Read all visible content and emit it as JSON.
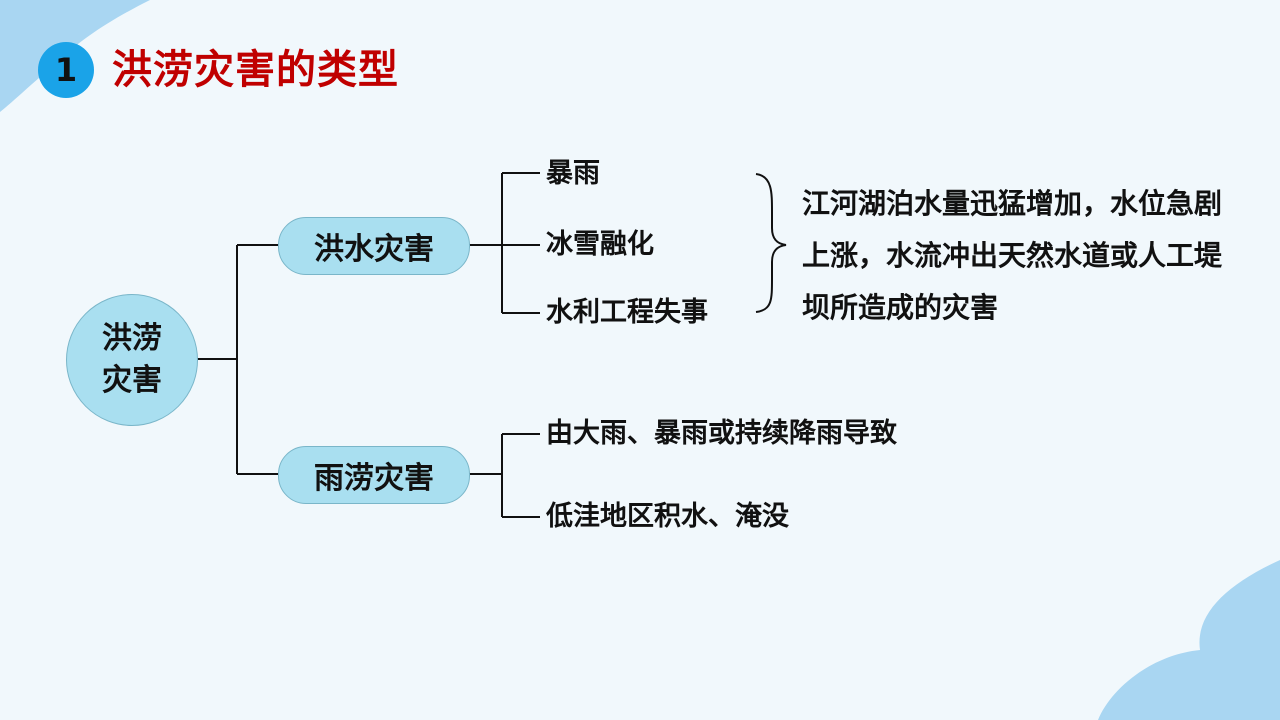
{
  "slide": {
    "number": "1",
    "title": "洪涝灾害的类型"
  },
  "diagram": {
    "root": {
      "line1": "洪涝",
      "line2": "灾害"
    },
    "branches": [
      {
        "label": "洪水灾害",
        "causes": [
          "暴雨",
          "冰雪融化",
          "水利工程失事"
        ],
        "description": "江河湖泊水量迅猛增加，水位急剧上涨，水流冲出天然水道或人工堤坝所造成的灾害"
      },
      {
        "label": "雨涝灾害",
        "causes": [
          "由大雨、暴雨或持续降雨导致",
          "低洼地区积水、淹没"
        ]
      }
    ]
  },
  "colors": {
    "title": "#c00000",
    "badge": "#1aa3e8",
    "node_fill": "#a9dff0",
    "decoration": "#a9d6f2",
    "background": "#f1f8fc"
  }
}
